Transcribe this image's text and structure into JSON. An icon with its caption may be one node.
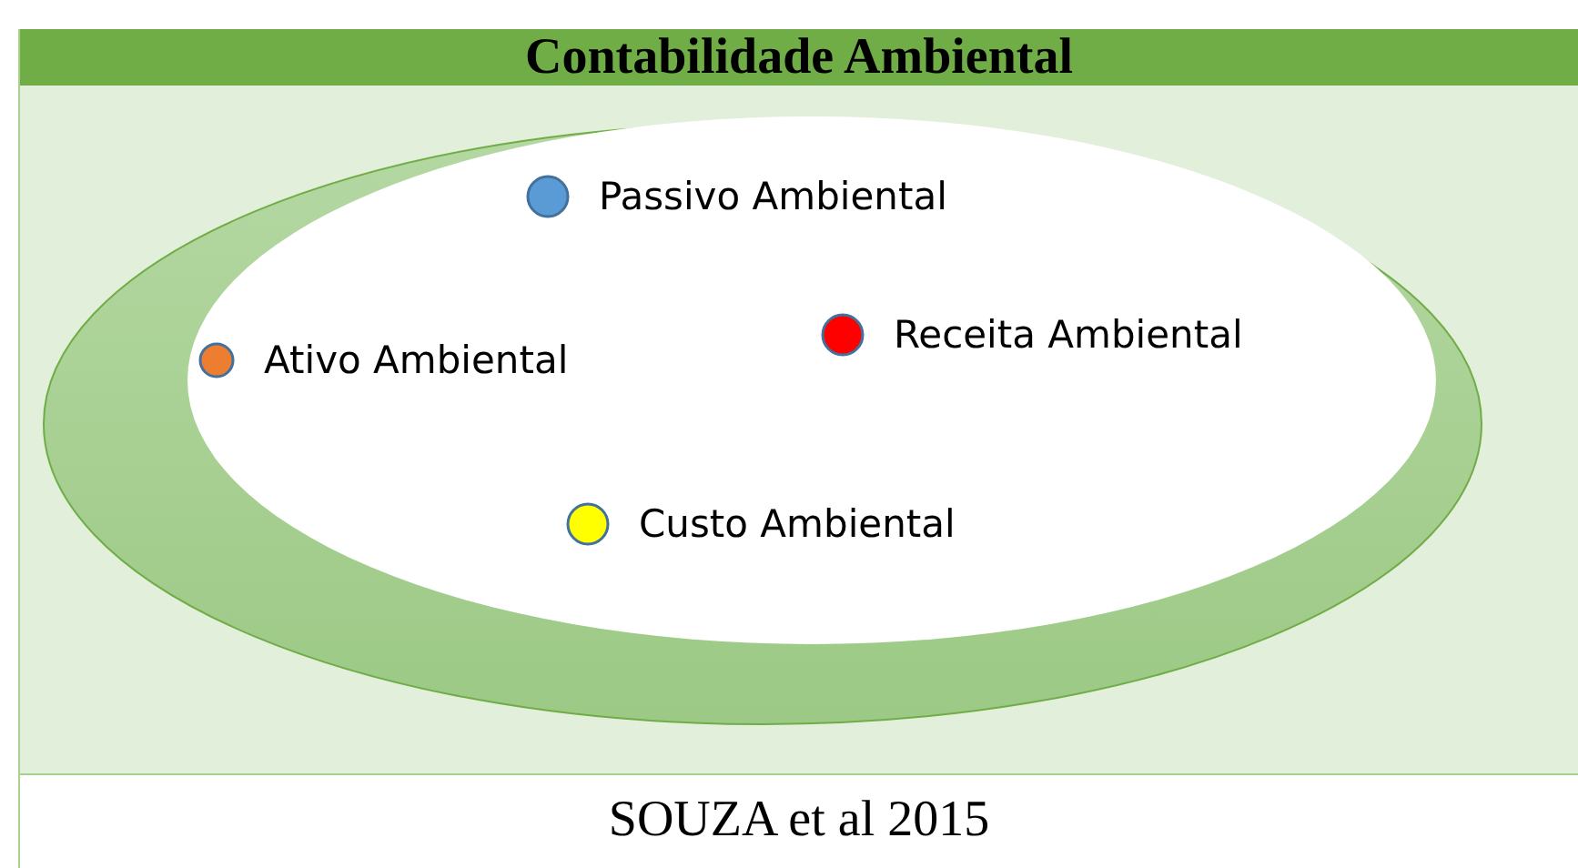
{
  "diagram": {
    "caption": "SOUZA et al 2015",
    "nodes": [
      {
        "text": [
          "Contabilidade Ambiental"
        ]
      },
      {
        "text": [
          "Passivo Ambiental"
        ],
        "in": 0
      },
      {
        "text": [
          "Ativo Ambiental"
        ],
        "in": 0
      },
      {
        "text": [
          "Receita Ambiental"
        ],
        "in": 0
      },
      {
        "text": [
          "Custo Ambiental"
        ],
        "in": 0
      }
    ],
    "edges": []
  }
}
